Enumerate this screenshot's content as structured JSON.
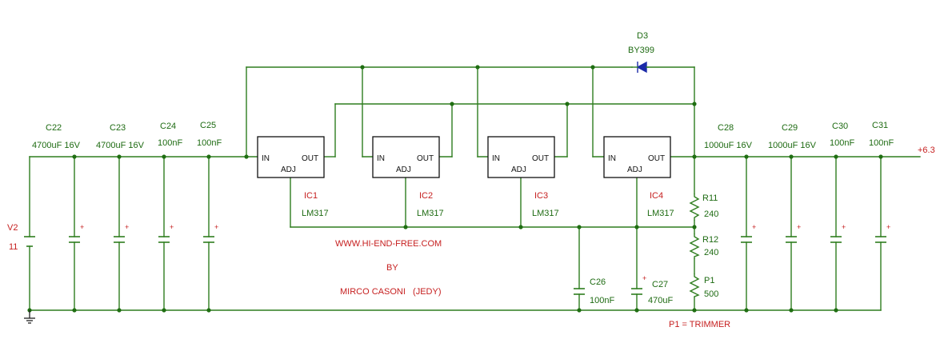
{
  "source": {
    "name": "V2",
    "value": "11"
  },
  "input_caps": [
    {
      "name": "C22",
      "value": "4700uF 16V"
    },
    {
      "name": "C23",
      "value": "4700uF 16V"
    },
    {
      "name": "C24",
      "value": "100nF"
    },
    {
      "name": "C25",
      "value": "100nF"
    }
  ],
  "regulators": [
    {
      "name": "IC1",
      "part": "LM317"
    },
    {
      "name": "IC2",
      "part": "LM317"
    },
    {
      "name": "IC3",
      "part": "LM317"
    },
    {
      "name": "IC4",
      "part": "LM317"
    }
  ],
  "pins": {
    "in": "IN",
    "out": "OUT",
    "adj": "ADJ"
  },
  "diode": {
    "name": "D3",
    "part": "BY399"
  },
  "output_caps": [
    {
      "name": "C28",
      "value": "1000uF 16V"
    },
    {
      "name": "C29",
      "value": "1000uF 16V"
    },
    {
      "name": "C30",
      "value": "100nF"
    },
    {
      "name": "C31",
      "value": "100nF"
    }
  ],
  "adj_caps": [
    {
      "name": "C26",
      "value": "100nF"
    },
    {
      "name": "C27",
      "value": "470uF"
    }
  ],
  "resistors": [
    {
      "name": "R11",
      "value": "240"
    },
    {
      "name": "R12",
      "value": "240"
    },
    {
      "name": "P1",
      "value": "500"
    }
  ],
  "output_label": "+6.3",
  "polarity_mark": "+",
  "credits": {
    "website": "WWW.HI-END-FREE.COM",
    "by": "BY",
    "author": "MIRCO CASONI   (JEDY)",
    "note": "P1 = TRIMMER"
  },
  "colors": {
    "wire": "#2e7d1e",
    "label": "#1e6b12",
    "credit": "#c62020",
    "diode": "#1b2aa8"
  }
}
